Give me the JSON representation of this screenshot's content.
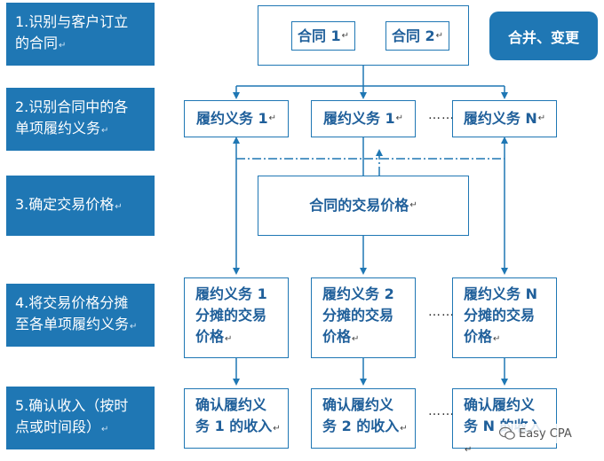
{
  "steps": [
    {
      "line1": "1.识别与客户订立",
      "line2": "的合同"
    },
    {
      "line1": "2.识别合同中的各",
      "line2": "单项履约义务"
    },
    {
      "line1": "3.确定交易价格"
    },
    {
      "line1": "4.将交易价格分摊",
      "line2": "至各单项履约义务"
    },
    {
      "line1": "5.确认收入（按时",
      "line2": "点或时间段）"
    }
  ],
  "contracts": [
    "合同 1",
    "合同 2"
  ],
  "merge_badge": "合并、变更",
  "obligations": [
    "履约义务 1",
    "履约义务 1",
    "履约义务 N"
  ],
  "transaction_price": "合同的交易价格",
  "allocations": [
    {
      "line1": "履约义务 1",
      "line2": "分摊的交易",
      "line3": "价格"
    },
    {
      "line1": "履约义务 2",
      "line2": "分摊的交易",
      "line3": "价格"
    },
    {
      "line1": "履约义务 N",
      "line2": "分摊的交易",
      "line3": "价格"
    }
  ],
  "revenues": [
    {
      "line1": "确认履约义",
      "line2": "务 1 的收入"
    },
    {
      "line1": "确认履约义",
      "line2": "务 2 的收入"
    },
    {
      "line1": "确认履约义",
      "line2": "务 N 的收入"
    }
  ],
  "ellipsis": "……",
  "watermark": "Easy CPA",
  "paragraph_mark": "↵",
  "colors": {
    "accent": "#1f77b4",
    "text": "#1f5f9a"
  }
}
